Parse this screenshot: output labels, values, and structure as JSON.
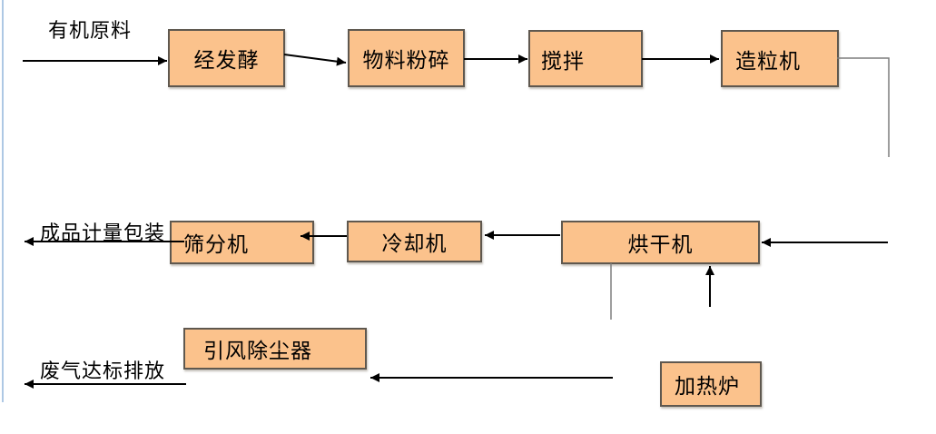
{
  "diagram": {
    "type": "process-flowchart",
    "language": "zh-CN",
    "subject": "organic fertilizer production process flow"
  },
  "nodes": [
    {
      "id": "fermentation",
      "label": "经发酵"
    },
    {
      "id": "crushing",
      "label": "物料粉碎"
    },
    {
      "id": "mixing",
      "label": "搅拌"
    },
    {
      "id": "granulator",
      "label": "造粒机"
    },
    {
      "id": "dryer",
      "label": "烘干机"
    },
    {
      "id": "cooler",
      "label": "冷却机"
    },
    {
      "id": "screener",
      "label": "筛分机"
    },
    {
      "id": "dust_collector",
      "label": "引风除尘器"
    },
    {
      "id": "furnace",
      "label": "加热炉"
    }
  ],
  "labels": [
    {
      "id": "raw_material",
      "text": "有机原料"
    },
    {
      "id": "finished_product",
      "text": "成品计量包装"
    },
    {
      "id": "exhaust",
      "text": "废气达标排放"
    }
  ],
  "edges": [
    {
      "from": "有机原料",
      "to": "经发酵"
    },
    {
      "from": "经发酵",
      "to": "物料粉碎"
    },
    {
      "from": "物料粉碎",
      "to": "搅拌"
    },
    {
      "from": "搅拌",
      "to": "造粒机"
    },
    {
      "from": "造粒机",
      "to": "烘干机"
    },
    {
      "from": "烘干机",
      "to": "冷却机"
    },
    {
      "from": "冷却机",
      "to": "筛分机"
    },
    {
      "from": "筛分机",
      "to": "成品计量包装"
    },
    {
      "from": "加热炉",
      "to": "烘干机"
    },
    {
      "from": "烘干机",
      "to": "引风除尘器"
    },
    {
      "from": "引风除尘器",
      "to": "废气达标排放"
    }
  ],
  "colors": {
    "node_fill": "#FBC28C",
    "node_border": "#5F584F",
    "arrow_black": "#000000",
    "connector_gray": "#7D7D7D",
    "page_edge_blue": "#AEC8E4",
    "background": "#FFFFFF"
  }
}
